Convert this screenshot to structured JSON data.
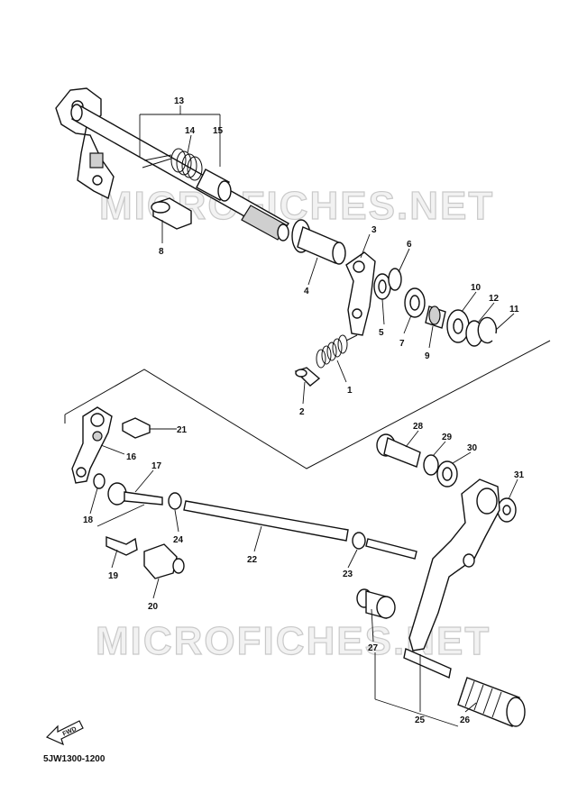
{
  "watermark": "MICROFICHES.NET",
  "diagram_code": "5JW1300-1200",
  "fwd_label": "FWD",
  "callouts": [
    "1",
    "2",
    "3",
    "4",
    "5",
    "6",
    "7",
    "8",
    "9",
    "10",
    "11",
    "12",
    "13",
    "14",
    "15",
    "16",
    "17",
    "18",
    "19",
    "20",
    "21",
    "22",
    "23",
    "24",
    "25",
    "26",
    "27",
    "28",
    "29",
    "30",
    "31"
  ]
}
